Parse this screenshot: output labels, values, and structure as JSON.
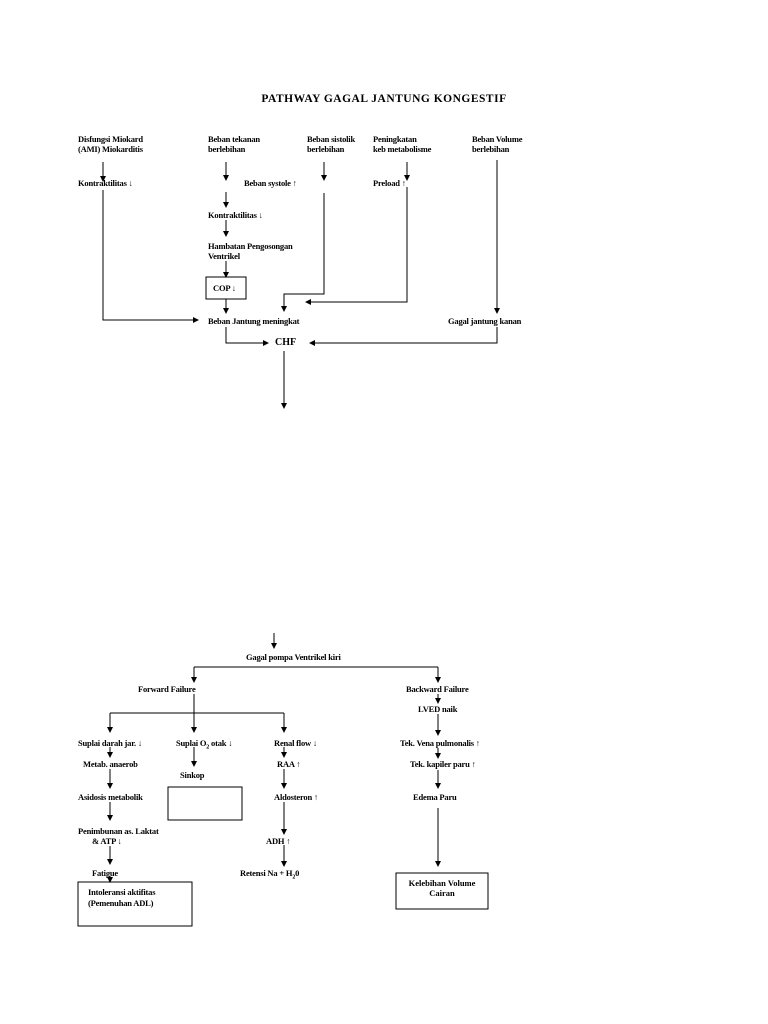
{
  "title": "PATHWAY GAGAL JANTUNG KONGESTIF",
  "top": {
    "n1": "Disfungsi Miokard",
    "n1b": "(AMI) Miokarditis",
    "n2": "Beban tekanan",
    "n2b": "berlebihan",
    "n3": "Beban sistolik",
    "n3b": "berlebihan",
    "n4": "Peningkatan",
    "n4b": "keb metabolisme",
    "n5": "Beban Volume",
    "n5b": "berlebihan",
    "kontraktilitas1": "Kontraktilitas ↓",
    "beban_systole": "Beban systole ↑",
    "preload": "Preload ↑",
    "kontraktilitas2": "Kontraktilitas ↓",
    "hambatan": "Hambatan Pengosongan",
    "hambatan_b": "Ventrikel",
    "cop": "COP ↓",
    "beban_jantung": "Beban Jantung meningkat",
    "gagal_kanan": "Gagal jantung kanan",
    "chf": "CHF"
  },
  "bottom": {
    "gagal_kiri": "Gagal pompa Ventrikel kiri",
    "forward": "Forward Failure",
    "backward": "Backward Failure",
    "lved": "LVED naik",
    "suplai_darah": "Suplai darah jar. ↓",
    "suplai_o2": "Suplai O",
    "suplai_o2_sub": "2",
    "suplai_o2_rest": " otak ↓",
    "renal": "Renal flow ↓",
    "tek_vena": "Tek. Vena pulmonalis ↑",
    "metab": "Metab. anaerob",
    "sinkop": "Sinkop",
    "raa": "RAA ↑",
    "tek_kapiler": "Tek. kapiler paru ↑",
    "asidosis": "Asidosis metabolik",
    "aldosteron": "Aldosteron ↑",
    "edema": "Edema Paru",
    "penimbunan": "Penimbunan as. Laktat",
    "penimbunan_b": "& ATP ↓",
    "adh": "ADH ↑",
    "fatigue": "Fatigue",
    "retensi": "Retensi Na + H",
    "retensi_sub": "2",
    "retensi_rest": "0",
    "intoleransi": "Intoleransi aktifitas",
    "intoleransi_b": "(Pemenuhan ADL)",
    "kelebihan": "Kelebihan Volume",
    "kelebihan_b": "Cairan"
  }
}
